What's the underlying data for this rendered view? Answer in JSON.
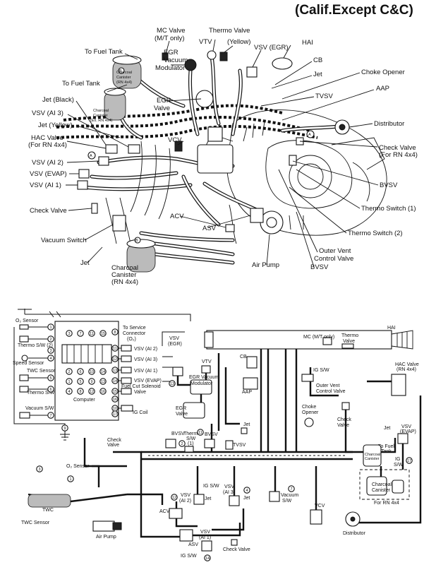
{
  "title": "(Calif.Except C&C)",
  "top_labels": {
    "mc_valve": "MC Valve",
    "mc_only": "(M/T only)",
    "thermo_valve": "Thermo Valve",
    "yellow": "(Yellow)",
    "vtv": "VTV",
    "vsv_egr": "VSV (EGR)",
    "hai": "HAI",
    "to_fuel_tank_1": "To Fuel Tank",
    "egr_vacuum_modulator_1": "EGR",
    "egr_vacuum_modulator_2": "Vacuum",
    "egr_vacuum_modulator_3": "Modulator",
    "cb": "CB",
    "jet_top": "Jet",
    "choke_opener": "Choke Opener",
    "to_fuel_tank_2": "To Fuel Tank",
    "tvsv": "TVSV",
    "aap": "AAP",
    "jet_black": "Jet (Black)",
    "egr_valve_1": "EGR",
    "egr_valve_2": "Valve",
    "vsv_ai3": "VSV (AI 3)",
    "jet_yellow": "Jet (Yellow)",
    "distributor": "Distributor",
    "hac_valve_1": "HAC Valve",
    "hac_valve_2": "(For RN 4x4)",
    "vcv": "VCV",
    "check_valve_rn_1": "Check Valve",
    "check_valve_rn_2": "(For RN 4x4)",
    "vsv_ai2": "VSV (AI 2)",
    "vsv_evap": "VSV (EVAP)",
    "vsv_ai1": "VSV (AI 1)",
    "bvsv_1": "BVSV",
    "check_valve": "Check Valve",
    "acv": "ACV",
    "thermo_switch_1": "Thermo Switch (1)",
    "vacuum_switch": "Vacuum Switch",
    "asv": "ASV",
    "thermo_switch_2": "Thermo Switch (2)",
    "jet_low": "Jet",
    "outer_vent_1": "Outer Vent",
    "outer_vent_2": "Control Valve",
    "charcoal_1": "Charcoal",
    "charcoal_2": "Canister",
    "charcoal_3": "(RN 4x4)",
    "air_pump": "Air Pump",
    "bvsv_2": "BVSV",
    "canister_small_1": "Charcoal",
    "canister_small_2": "Canister",
    "canister_small_3": "(RN 4x4)",
    "canister_small_b1": "Charcoal",
    "canister_small_b2": "Canister",
    "canister_small_b3": "(Ex. RN 4x4)",
    "marker_a": "A",
    "marker_b": "B"
  },
  "schematic": {
    "o2_sensor": "O₂ Sensor",
    "thermo_sw2": "Thermo S/W (2)",
    "speed_sensor": "Speed Sensor",
    "twc_sensor": "TWC Sensor",
    "thermo_sw1": "Thermo S/W (1)",
    "vacuum_sw": "Vacuum S/W",
    "computer": "Computer",
    "to_service_1": "To Service",
    "to_service_2": "Connector",
    "to_service_3": "(O₂)",
    "vsv_ai2": "VSV (AI 2)",
    "vsv_ai3": "VSV (AI 3)",
    "vsv_ai1": "VSV (AI 1)",
    "vsv_evap": "VSV (EVAP)",
    "fuel_cut_1": "Fuel Cut Solenoid",
    "fuel_cut_2": "Valve",
    "ig_coil": "IG Coil",
    "vsv_egr_1": "VSV",
    "vsv_egr_2": "(EGR)",
    "vtv": "VTV",
    "egr_vac_mod": "EGR Vacuum",
    "egr_vac_mod_2": "Modulator",
    "egr_valve_1": "EGR",
    "egr_valve_2": "Valve",
    "mc_mt": "MC (M/T only)",
    "thermo_valve_1": "Thermo",
    "thermo_valve_2": "Valve",
    "hai": "HAI",
    "cb": "CB",
    "aap": "AAP",
    "ig_sw_1": "IG S/W",
    "outer_vent_1": "Outer Vent",
    "outer_vent_2": "Control Valve",
    "hac_valve_1": "HAC Valve",
    "hac_valve_2": "(RN 4x4)",
    "choke_1": "Choke",
    "choke_2": "Opener",
    "check_valve_r": "Check",
    "check_valve_r2": "Valve",
    "jet_r": "Jet",
    "vsv_evap_r1": "VSV",
    "vsv_evap_r2": "(EVAP)",
    "to_fuel_tank_1": "To Fuel",
    "to_fuel_tank_2": "Tank",
    "charcoal_top_1": "Charcoal",
    "charcoal_top_2": "Canister",
    "ig_sw_r": "IG",
    "ig_sw_r2": "S/W",
    "charcoal_bot_1": "Charcoal",
    "charcoal_bot_2": "Canister",
    "for_rn": "For RN 4x4",
    "check_valve_l1": "Check",
    "check_valve_l2": "Valve",
    "bvsv_a": "BVSV",
    "thermo_sw_c": "Thermo",
    "thermo_sw_c2": "S/W",
    "thermo_sw_c3": "(1)",
    "bvsv_b": "BVSV",
    "tvsv": "TVSV",
    "jet_c": "Jet",
    "o2_sensor_b": "O₂ Sensor",
    "ig_sw_2": "IG S/W",
    "vsv_ai2_b": "VSV",
    "vsv_ai2_b2": "(AI 2)",
    "jet_c2": "Jet",
    "vsv_ai3_b": "VSV",
    "vsv_ai3_b2": "(AI 3)",
    "jet_c3": "Jet",
    "vacuum_sw_b1": "Vacuum",
    "vacuum_sw_b2": "S/W",
    "vcv": "VCV",
    "twc": "TWC",
    "acv": "ACV",
    "asv": "ASV",
    "air_pump": "Air Pump",
    "distributor": "Distributor",
    "vsv_ai1_b": "VSV",
    "vsv_ai1_b2": "(AI 1)",
    "ig_sw_3": "IG S/W",
    "check_valve_b": "Check Valve",
    "comp_pins_top": [
      "3",
      "7",
      "11",
      "15"
    ],
    "comp_pins_bot": [
      "2",
      "6",
      "10",
      "14"
    ],
    "comp_pins_l": [
      "1",
      "5",
      "9",
      "13"
    ],
    "comp_pins_r": [
      "4",
      "8",
      "12",
      "16"
    ],
    "left_nums": [
      "1",
      "2",
      "3",
      "4",
      "5",
      "6",
      "7"
    ],
    "right_nums": [
      "8",
      "10",
      "11",
      "12",
      "13",
      "14",
      "15",
      "16",
      "17"
    ],
    "bottom_nums": [
      "9",
      "3",
      "1",
      "12",
      "4",
      "7",
      "14",
      "11",
      "2",
      "17",
      "13"
    ]
  }
}
